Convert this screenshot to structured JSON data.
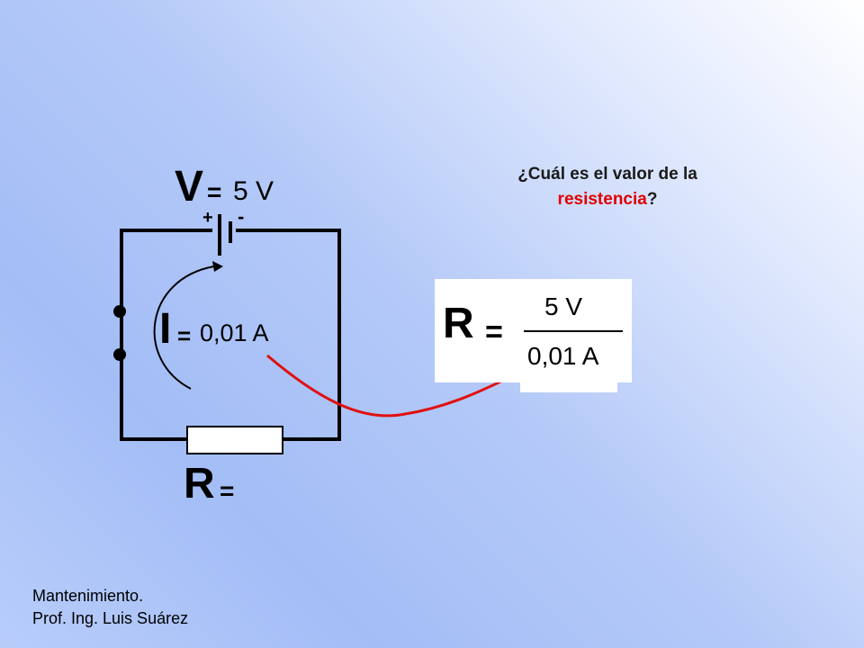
{
  "circuit": {
    "voltage_symbol": "V",
    "voltage_equals": "=",
    "voltage_value": "5 V",
    "polarity_plus": "+",
    "polarity_minus": "-",
    "current_symbol": "I",
    "current_equals": "=",
    "current_value": "0,01 A",
    "resistance_symbol": "R",
    "resistance_equals": "="
  },
  "question": {
    "part1": "¿Cuál es el valor de la",
    "highlight": "resistencia",
    "part2": "?"
  },
  "formula": {
    "symbol": "R",
    "equals": "=",
    "numerator": "5 V",
    "denominator": "0,01 A"
  },
  "footer": {
    "line1": "Mantenimiento.",
    "line2": "Prof. Ing. Luis Suárez"
  },
  "colors": {
    "arrow": "#e01010",
    "highlight": "#e00000",
    "wire": "#000000"
  }
}
